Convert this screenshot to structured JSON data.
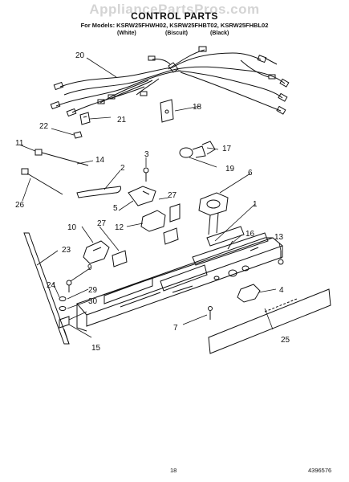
{
  "watermark": "AppliancePartsPros.com",
  "title": "CONTROL PARTS",
  "models_line": "For Models: KSRW25FHWH02, KSRW25FHBT02, KSRW25FHBL02",
  "colors": [
    "(White)",
    "(Biscuit)",
    "(Black)"
  ],
  "page_number": "18",
  "doc_number": "4396576",
  "callouts": [
    "20",
    "18",
    "22",
    "21",
    "11",
    "14",
    "3",
    "17",
    "2",
    "19",
    "6",
    "26",
    "27",
    "5",
    "1",
    "12",
    "10",
    "27",
    "16",
    "13",
    "23",
    "9",
    "24",
    "29",
    "4",
    "30",
    "7",
    "15",
    "25"
  ]
}
